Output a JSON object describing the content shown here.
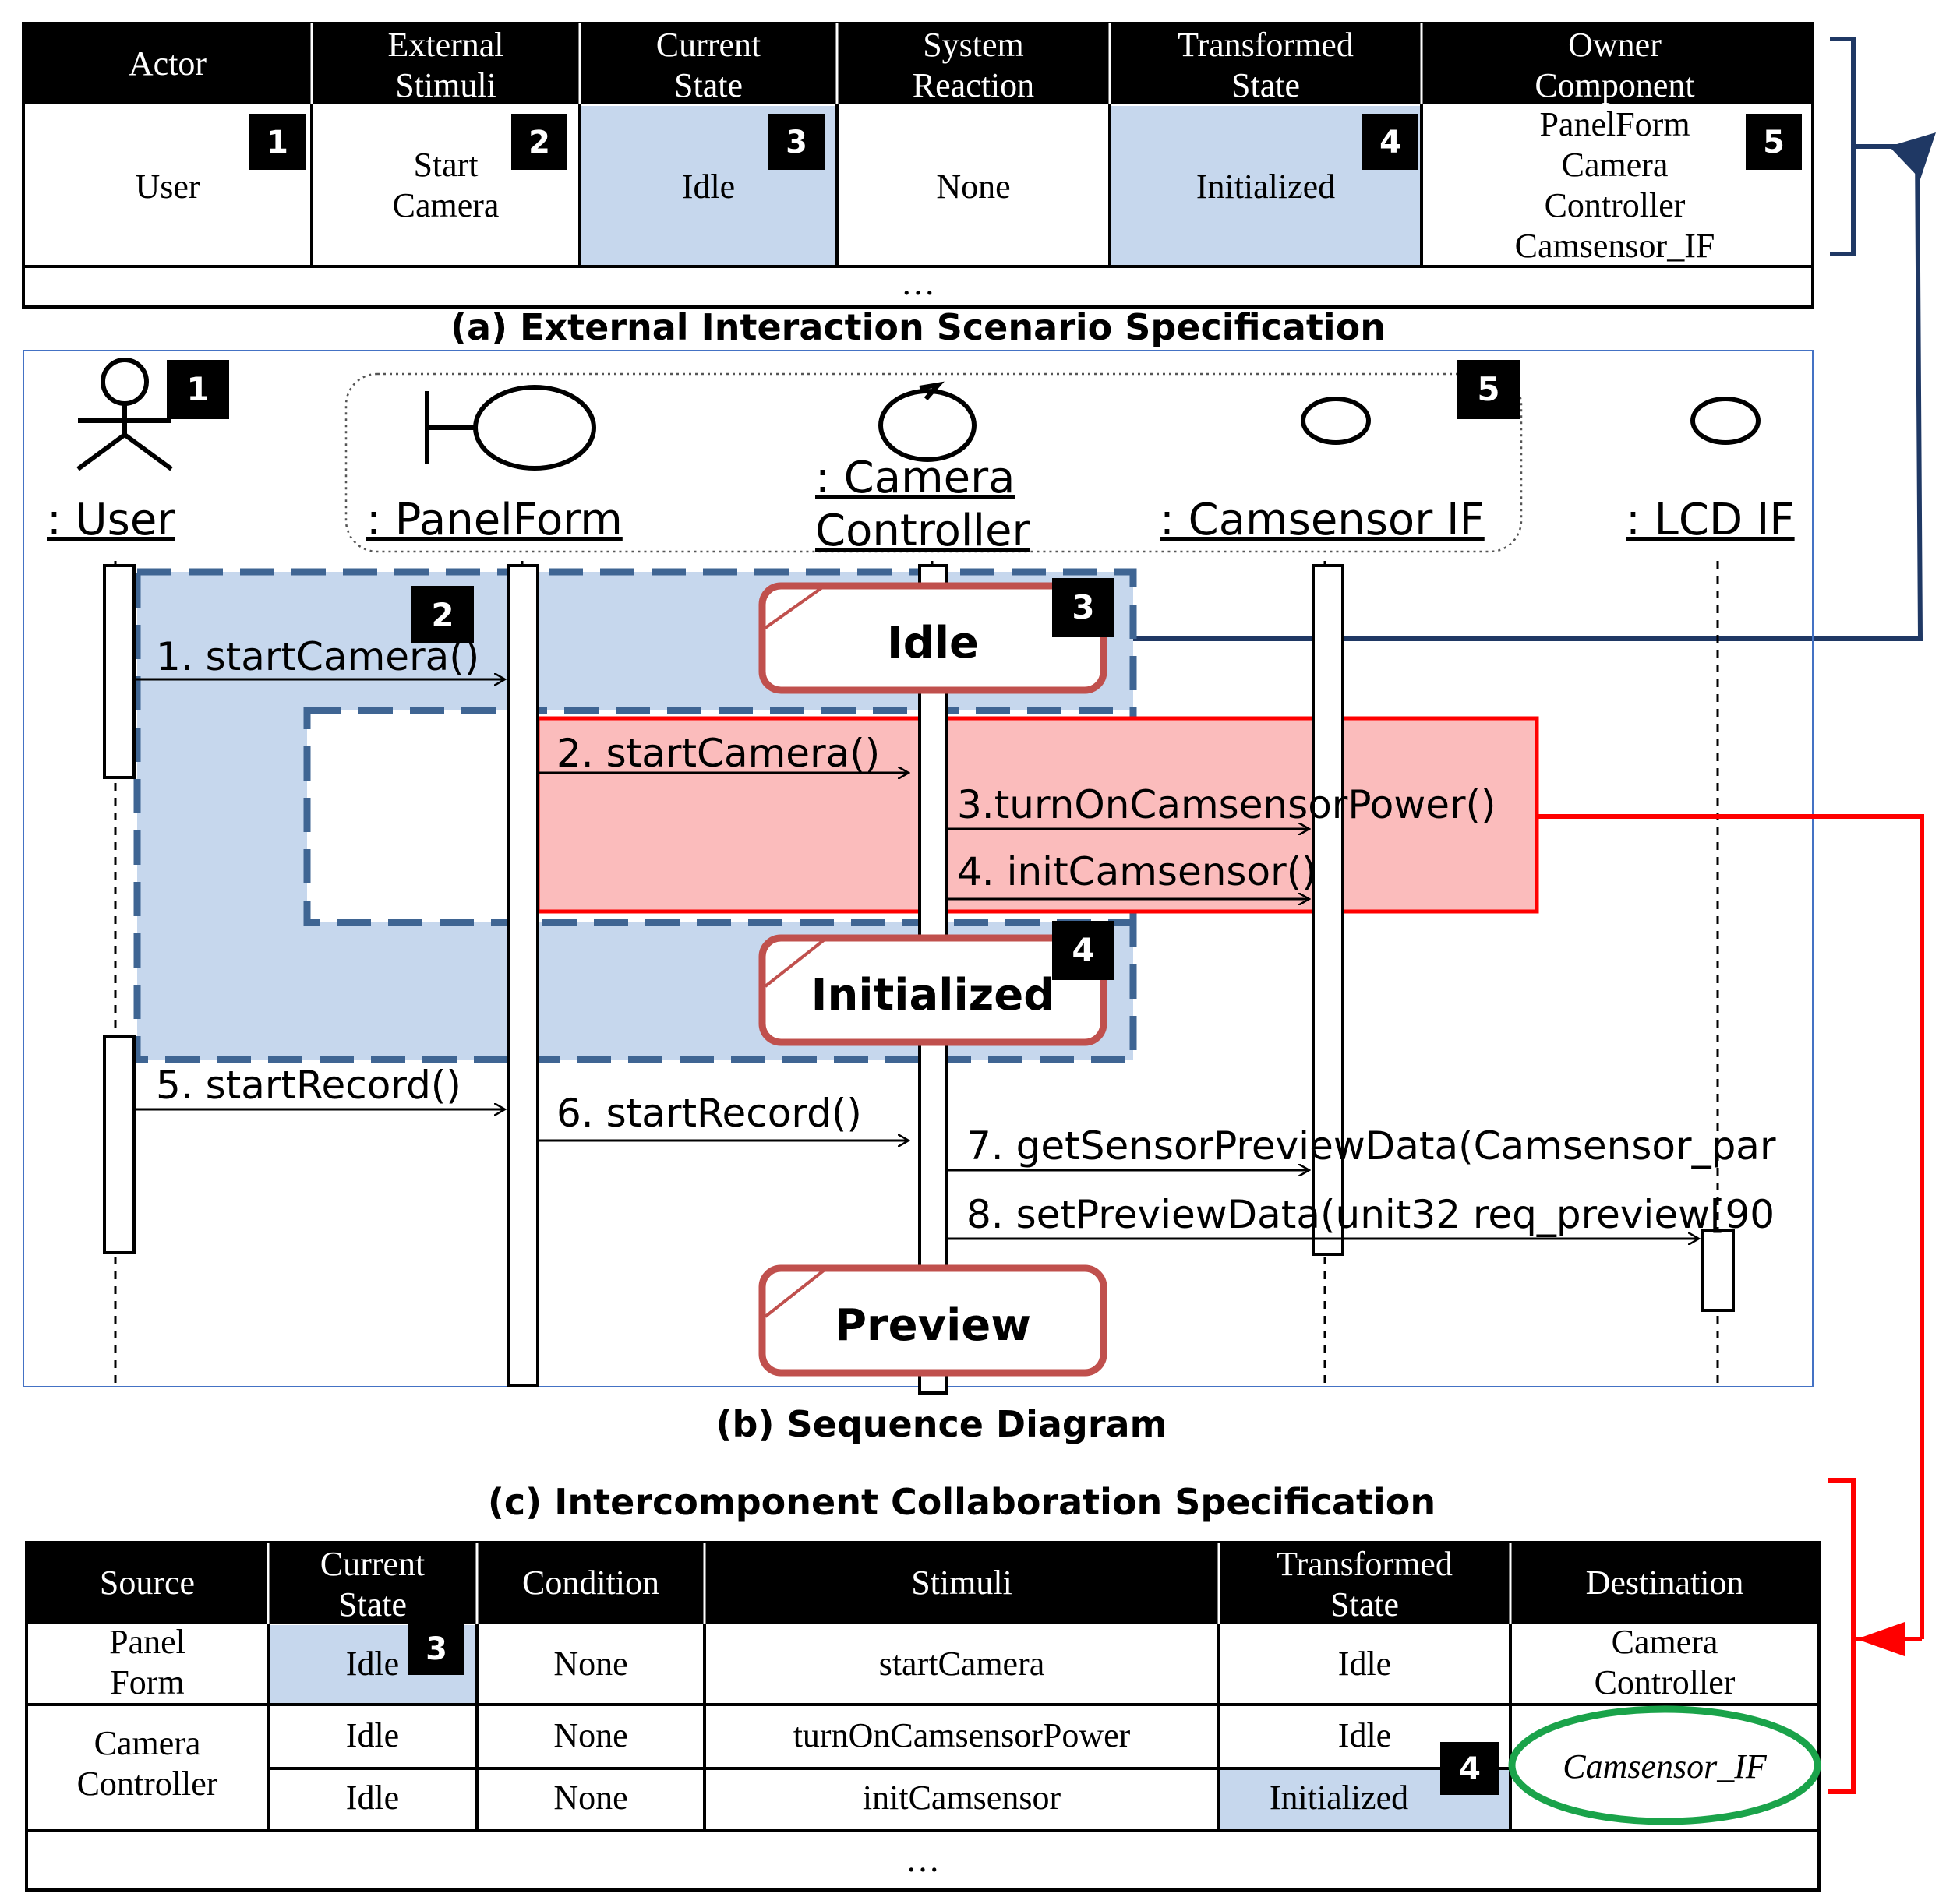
{
  "table_a": {
    "headers": [
      "Actor",
      "External|Stimuli",
      "Current|State",
      "System|Reaction",
      "Transformed|State",
      "Owner|Component"
    ],
    "row": [
      "User",
      "Start|Camera",
      "Idle",
      "None",
      "Initialized",
      "PanelForm|Camera|Controller|Camsensor_IF"
    ],
    "markers": [
      "1",
      "2",
      "3",
      "4",
      "5"
    ],
    "ellipsis": "…",
    "caption": "(a) External  Interaction Scenario Specification"
  },
  "diagram_b": {
    "caption": "(b) Sequence Diagram",
    "lifelines": {
      "user": ": User",
      "panelform": ": PanelForm",
      "controller_1": ": Camera",
      "controller_2": "Controller",
      "camsensor": ": Camsensor IF",
      "lcd": ": LCD IF"
    },
    "messages": {
      "m1": "1. startCamera()",
      "m2": "2. startCamera()",
      "m3": "3.turnOnCamsensorPower()",
      "m4": "4. initCamsensor()",
      "m5": "5. startRecord()",
      "m6": "6. startRecord()",
      "m7": "7. getSensorPreviewData(Camsensor_par",
      "m8": "8. setPreviewData(unit32  req_preview[90"
    },
    "states": {
      "idle": "Idle",
      "initialized": "Initialized",
      "preview": "Preview"
    },
    "markers": {
      "m1": "1",
      "m2": "2",
      "m3": "3",
      "m4": "4",
      "m5": "5"
    }
  },
  "table_c": {
    "caption": "(c) Intercomponent Collaboration Specification",
    "headers": [
      "Source",
      "Current|State",
      "Condition",
      "Stimuli",
      "Transformed|State",
      "Destination"
    ],
    "rows": [
      [
        "Panel|Form",
        "Idle",
        "None",
        "startCamera",
        "Idle",
        "Camera|Controller"
      ],
      [
        "Camera|Controller",
        "Idle",
        "None",
        "turnOnCamsensorPower",
        "Idle",
        "Camsensor_IF"
      ],
      [
        "",
        "Idle",
        "None",
        "initCamsensor",
        "Initialized",
        ""
      ]
    ],
    "markers": [
      "3",
      "4"
    ],
    "ellipsis": "…"
  },
  "colors": {
    "header_bg": "#000000",
    "state_fill": "#c6d7ed",
    "scenario_frame": "#3f6593",
    "collab_fill": "#fbbcbc",
    "collab_stroke": "#ff0000",
    "state_box_stroke": "#c0504d",
    "bracket_blue": "#1f3864",
    "bracket_red": "#ff0000",
    "highlight_ellipse": "#1aa34a"
  }
}
